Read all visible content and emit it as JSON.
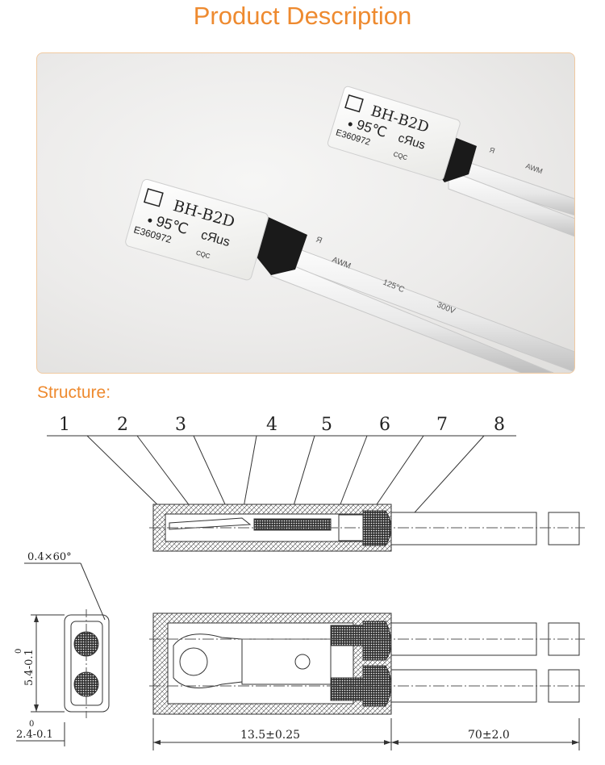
{
  "header": {
    "title": "Product Description"
  },
  "product": {
    "model": "BH-B2D",
    "temperature": "95℃",
    "cert_mark": "cЯus",
    "file_no": "E360972",
    "cqc": "CQC",
    "wire_near": "AWM",
    "wire_temp": "125°C",
    "wire_volt": "300V",
    "wire_r": "Я"
  },
  "structure": {
    "heading": "Structure:",
    "callouts": [
      "1",
      "2",
      "3",
      "4",
      "5",
      "6",
      "7",
      "8"
    ],
    "chamfer": "0.4×60°",
    "dim_height": "5.4-0.1",
    "dim_height_zero": "0",
    "dim_thickness": "2.4-0.1",
    "dim_thickness_zero": "0",
    "dim_body": "13.5±0.25",
    "dim_lead": "70±2.0"
  }
}
